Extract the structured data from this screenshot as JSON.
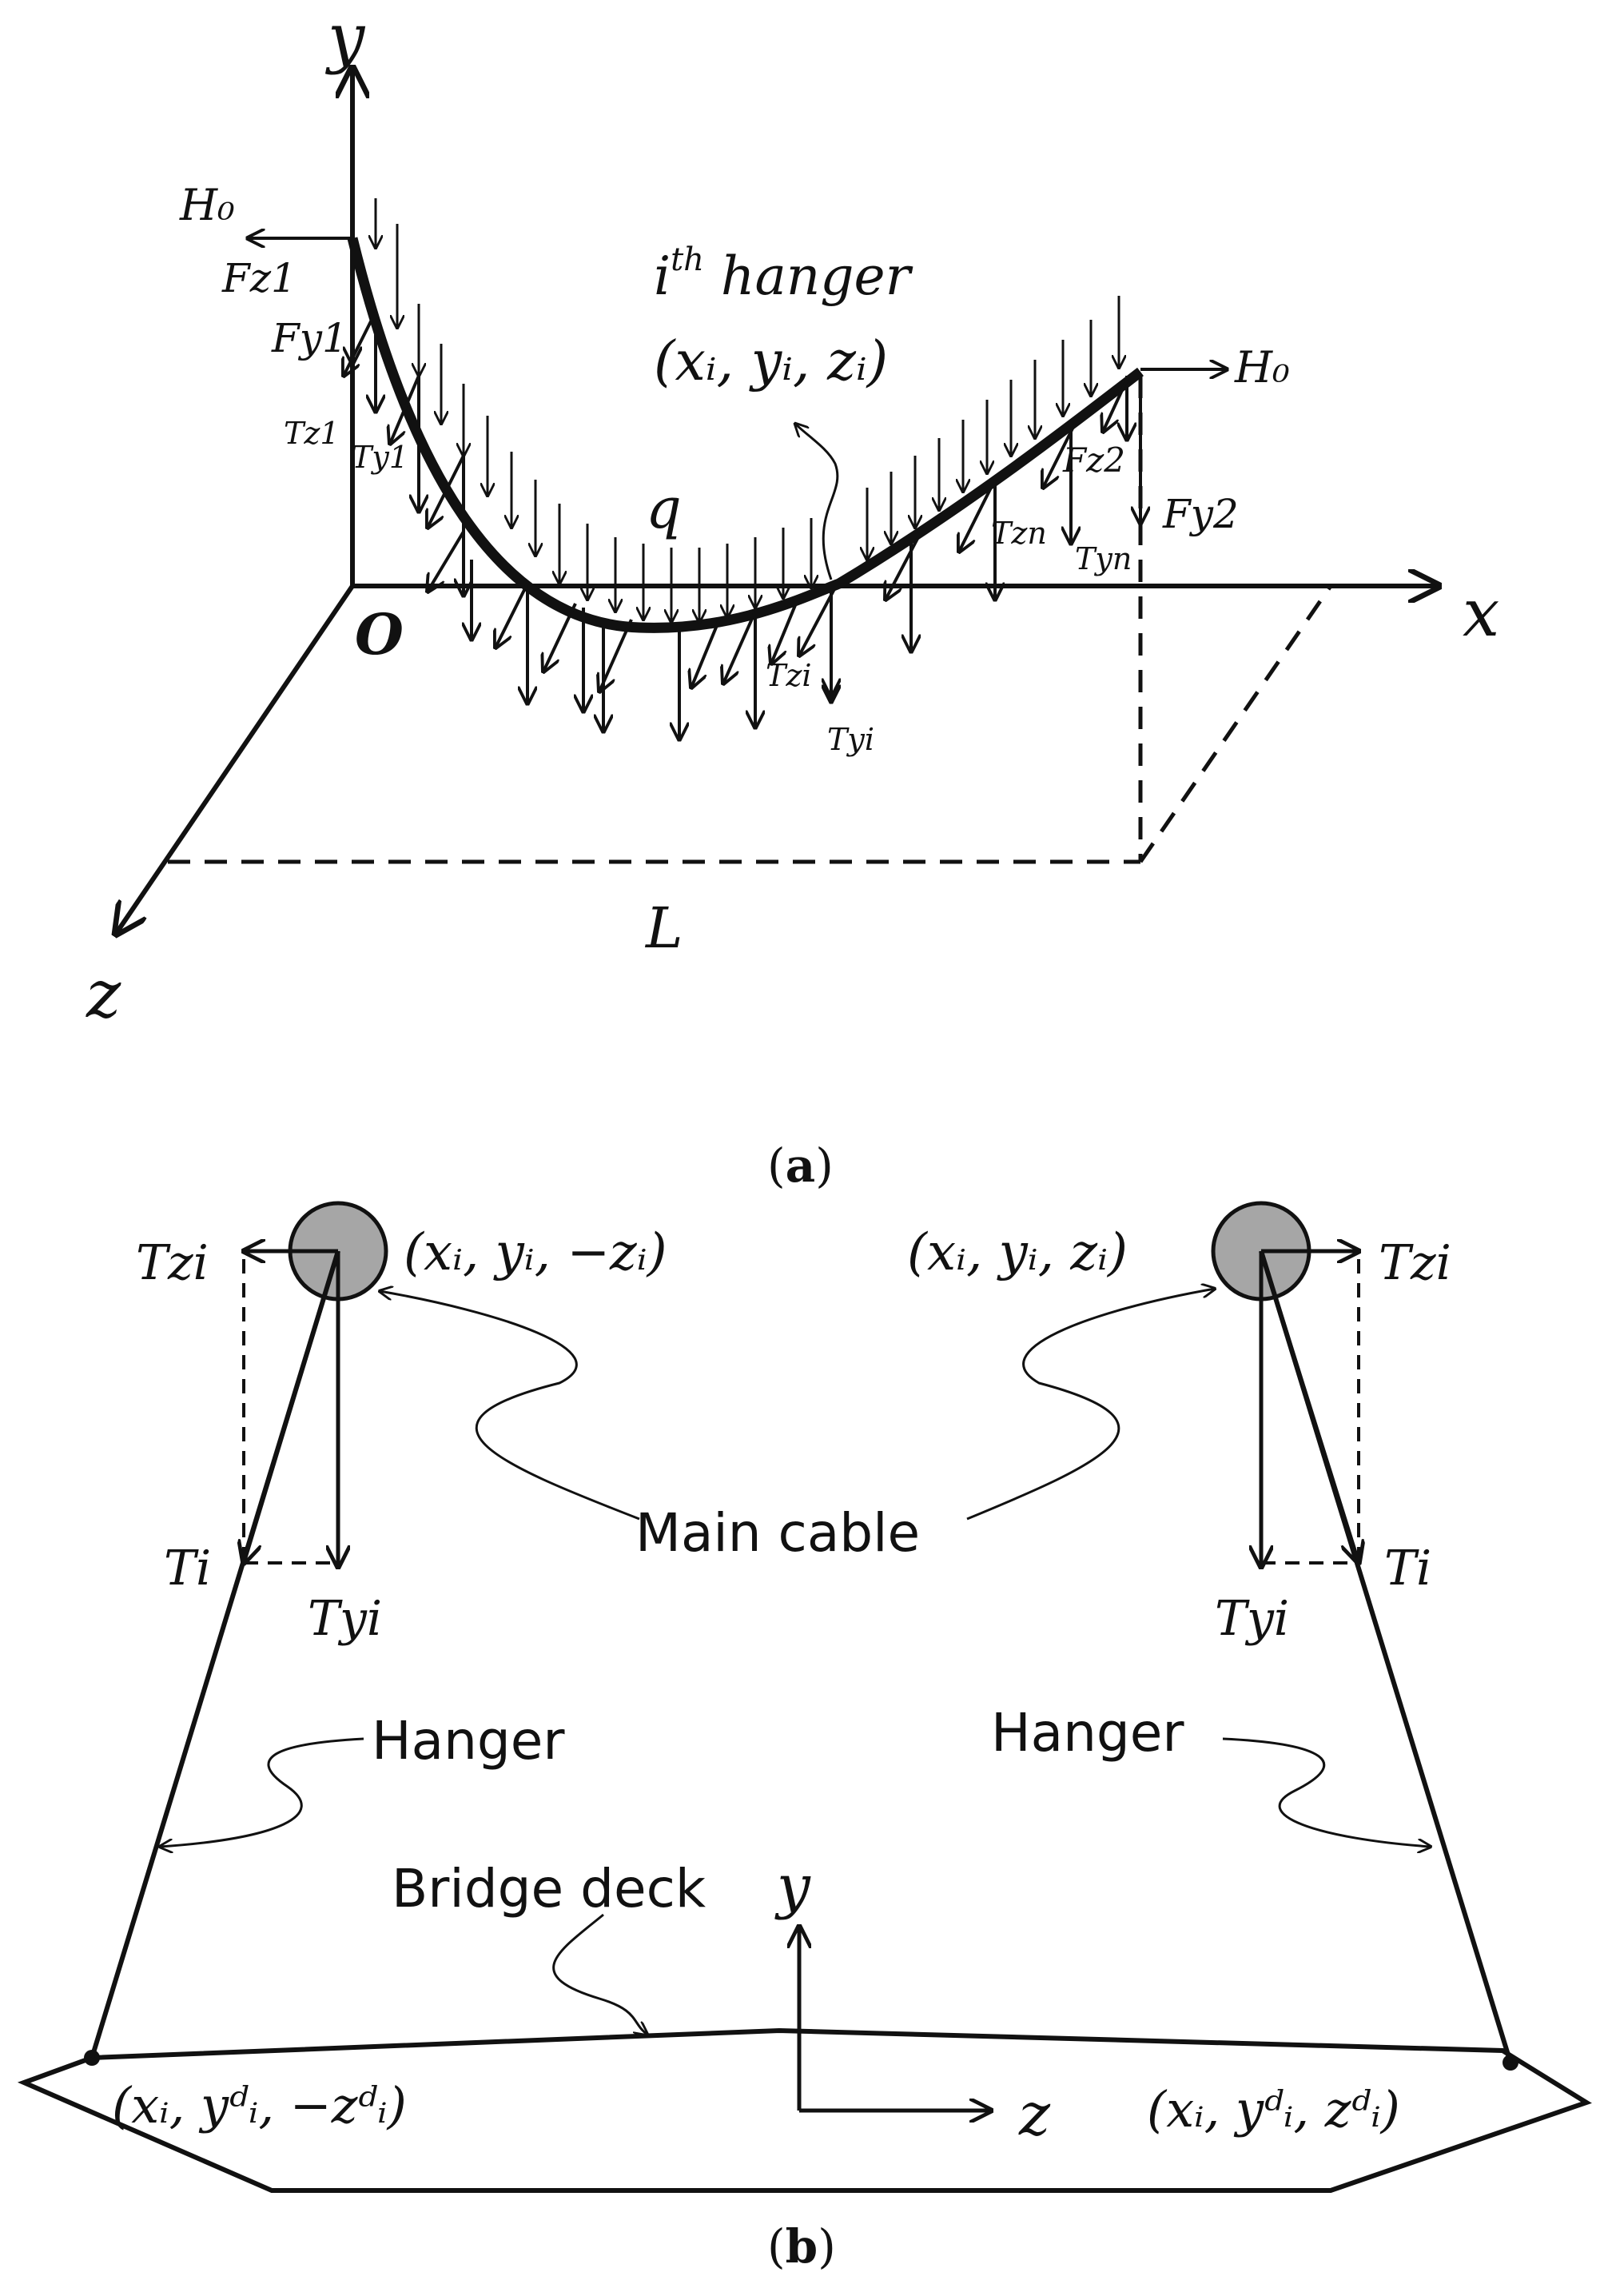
{
  "panel_a": {
    "caption_open": "(",
    "caption_letter": "a",
    "caption_close": ")",
    "axis_y": "y",
    "axis_x": "x",
    "axis_z": "z",
    "origin": "O",
    "span": "L",
    "load": "q",
    "hanger_label_i": "i",
    "hanger_label_th": "th",
    "hanger_label_rest": " hanger",
    "hanger_coords": "(xᵢ, yᵢ, zᵢ)",
    "h0_left": "H₀",
    "h0_right": "H₀",
    "fz1": "Fz1",
    "fy1": "Fy1",
    "tz1": "Tz1",
    "ty1": "Ty1",
    "fz2": "Fz2",
    "fy2": "Fy2",
    "tzn": "Tzn",
    "tyn": "Tyn",
    "tzi": "Tzi",
    "tyi": "Tyi"
  },
  "panel_b": {
    "caption_open": "(",
    "caption_letter": "b",
    "caption_close": ")",
    "coord_left_top": "(xᵢ, yᵢ, −zᵢ)",
    "coord_right_top": "(xᵢ, yᵢ, zᵢ)",
    "coord_left_bottom": "(xᵢ, yᵈᵢ, −zᵈᵢ)",
    "coord_right_bottom": "(xᵢ, yᵈᵢ, zᵈᵢ)",
    "tzi_left": "Tzi",
    "tzi_right": "Tzi",
    "ti_left": "Ti",
    "ti_right": "Ti",
    "tyi_left": "Tyi",
    "tyi_right": "Tyi",
    "main_cable": "Main cable",
    "hanger_left": "Hanger",
    "hanger_right": "Hanger",
    "bridge_deck": "Bridge deck",
    "axis_y": "y",
    "axis_z": "z"
  }
}
